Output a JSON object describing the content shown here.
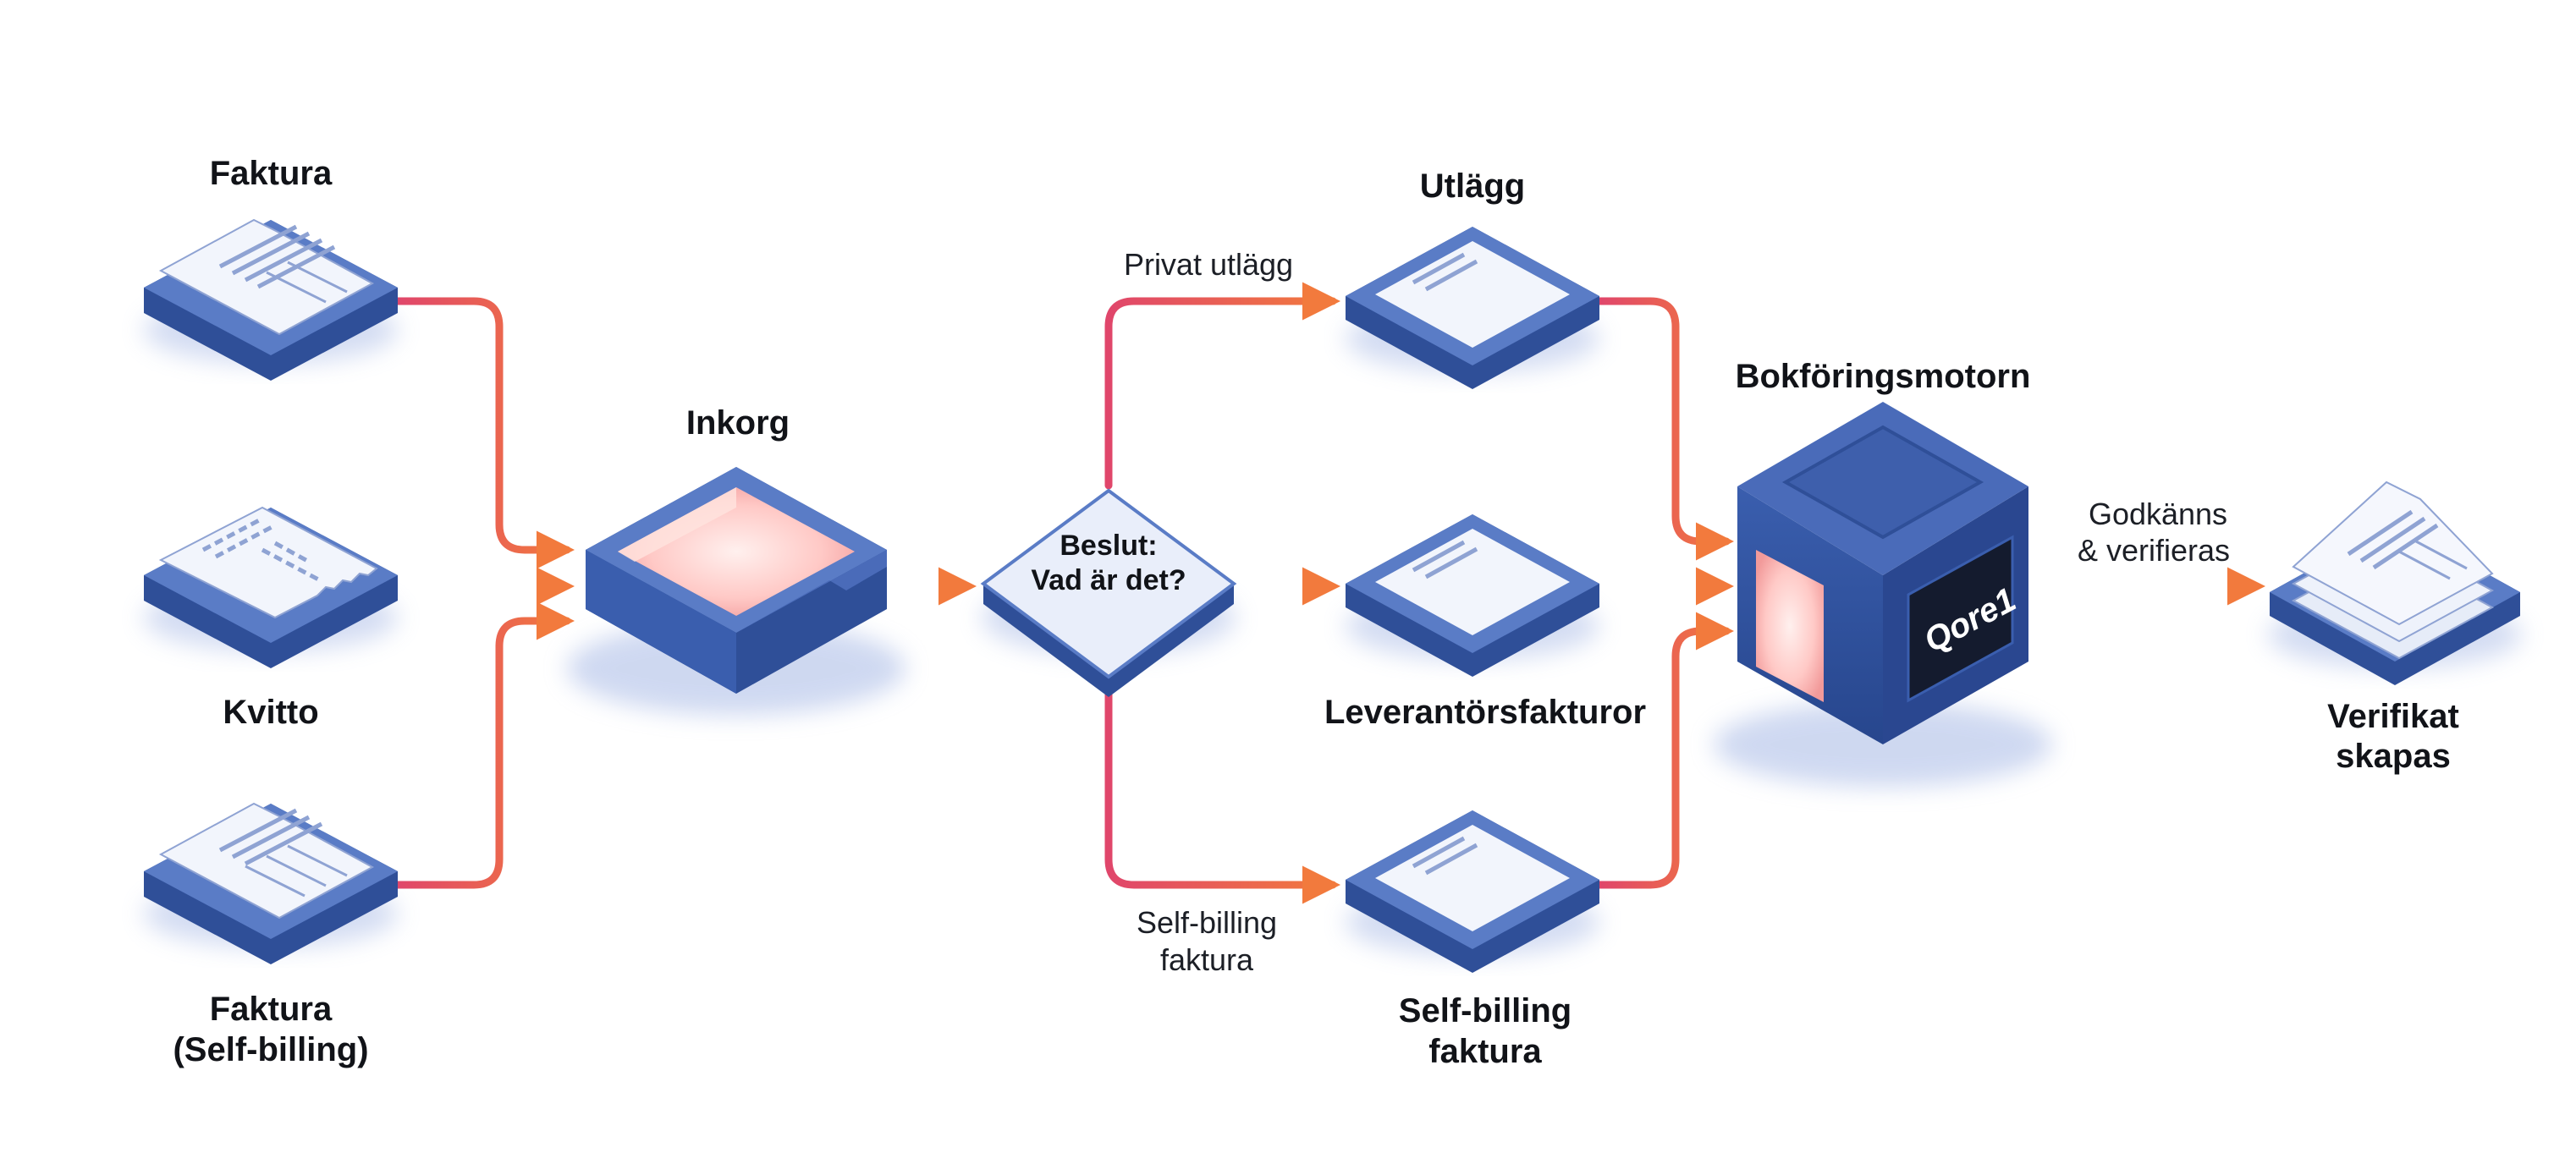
{
  "nodes": {
    "faktura": "Faktura",
    "kvitto": "Kvitto",
    "faktura_self_billing": [
      "Faktura",
      "(Self-billing)"
    ],
    "inkorg": "Inkorg",
    "beslut": [
      "Beslut:",
      "Vad är det?"
    ],
    "utlagg": "Utlägg",
    "leverantorsfakturor": "Leverantörsfakturor",
    "self_billing_faktura": [
      "Self-billing",
      "faktura"
    ],
    "bokforingsmotorn": "Bokföringsmotorn",
    "engine_logo": "Qore1",
    "verifikat": [
      "Verifikat",
      "skapas"
    ]
  },
  "edge_labels": {
    "privat_utlagg": "Privat utlägg",
    "self_billing": [
      "Self-billing",
      "faktura"
    ],
    "godkanns": [
      "Godkänns",
      "& verifieras"
    ]
  },
  "colors": {
    "tile_top": "#5a7cc6",
    "tile_side": "#2f4f98",
    "paper": "#f2f5fc",
    "paper_lines": "#8fa3d3",
    "glow": "#ffcfcc",
    "arrow_start": "#e0466b",
    "arrow_end": "#f27a3d"
  }
}
